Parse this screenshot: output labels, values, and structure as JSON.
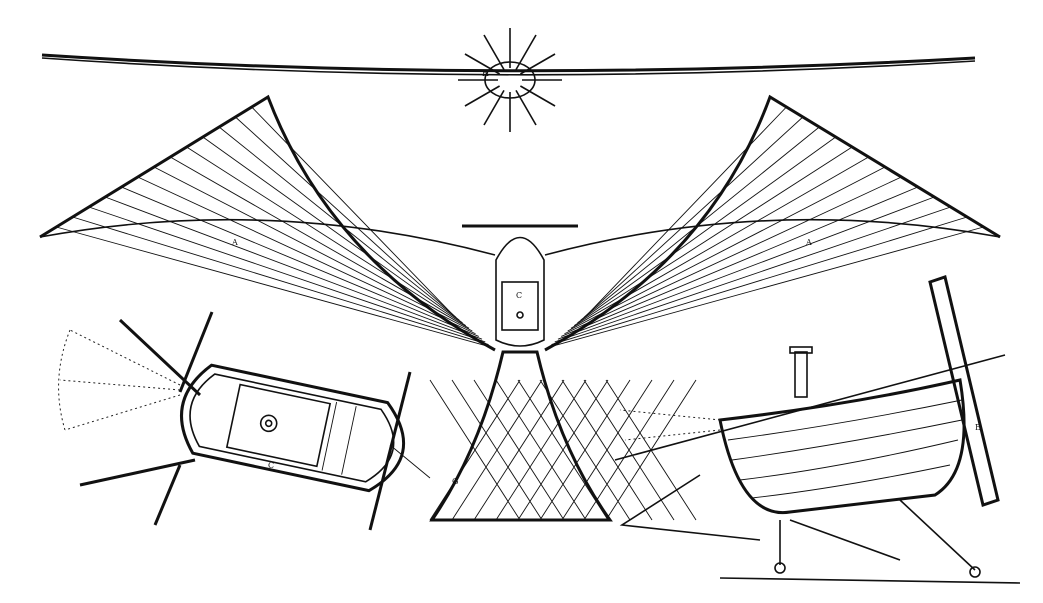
{
  "figure": {
    "labels": {
      "wing": "A",
      "car": "C",
      "propeller": "H",
      "tail": "G",
      "boat": "B"
    }
  }
}
